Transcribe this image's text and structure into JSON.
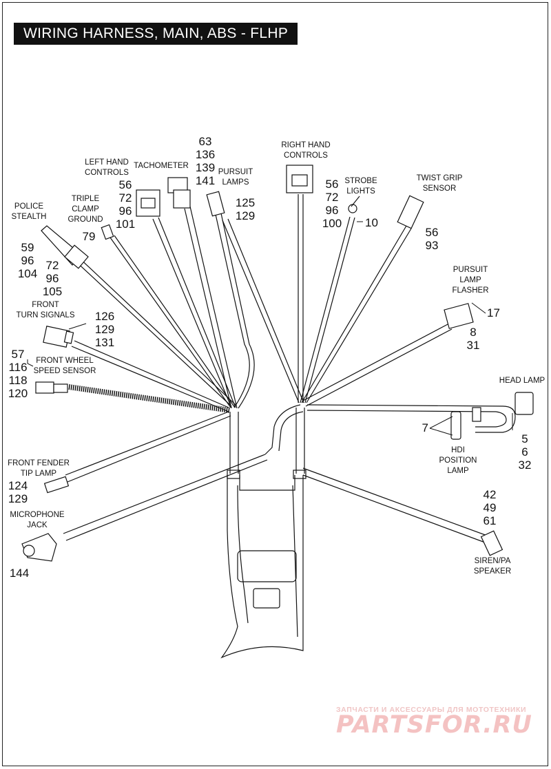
{
  "title": "WIRING HARNESS, MAIN, ABS - FLHP",
  "components": {
    "police_stealth": {
      "label": [
        "POLICE",
        "STEALTH"
      ],
      "refs_a": [
        "59",
        "96",
        "104"
      ],
      "refs_b": [
        "72",
        "96",
        "105"
      ]
    },
    "triple_clamp_ground": {
      "label": [
        "TRIPLE",
        "CLAMP",
        "GROUND"
      ],
      "refs": [
        "79"
      ]
    },
    "left_hand_controls": {
      "label": [
        "LEFT HAND",
        "CONTROLS"
      ],
      "refs": [
        "56",
        "72",
        "96",
        "101"
      ]
    },
    "tachometer": {
      "label": [
        "TACHOMETER"
      ],
      "refs": [
        "63",
        "136",
        "139",
        "141"
      ]
    },
    "pursuit_lamps": {
      "label": [
        "PURSUIT",
        "LAMPS"
      ],
      "refs": [
        "125",
        "129"
      ]
    },
    "right_hand_controls": {
      "label": [
        "RIGHT HAND",
        "CONTROLS"
      ],
      "refs": [
        "56",
        "72",
        "96",
        "100"
      ]
    },
    "strobe_lights": {
      "label": [
        "STROBE",
        "LIGHTS"
      ],
      "refs": [
        "10"
      ]
    },
    "twist_grip_sensor": {
      "label": [
        "TWIST GRIP",
        "SENSOR"
      ],
      "refs": [
        "56",
        "93"
      ]
    },
    "pursuit_lamp_flasher": {
      "label": [
        "PURSUIT",
        "LAMP",
        "FLASHER"
      ],
      "refs_a": [
        "17"
      ],
      "refs_b": [
        "8",
        "31"
      ]
    },
    "front_turn_signals": {
      "label": [
        "FRONT",
        "TURN SIGNALS"
      ],
      "refs": [
        "126",
        "129",
        "131"
      ]
    },
    "front_wheel_speed_sensor": {
      "label": [
        "FRONT WHEEL",
        "SPEED SENSOR"
      ],
      "refs": [
        "57",
        "116",
        "118",
        "120"
      ]
    },
    "head_lamp": {
      "label": [
        "HEAD LAMP"
      ],
      "refs": [
        "5",
        "6",
        "32"
      ]
    },
    "hdi_position_lamp": {
      "label": [
        "HDI",
        "POSITION",
        "LAMP"
      ],
      "refs": [
        "7"
      ]
    },
    "front_fender_tip_lamp": {
      "label": [
        "FRONT FENDER",
        "TIP LAMP"
      ],
      "refs": [
        "124",
        "129"
      ]
    },
    "microphone_jack": {
      "label": [
        "MICROPHONE",
        "JACK"
      ],
      "refs": [
        "144"
      ]
    },
    "siren_pa_speaker": {
      "label": [
        "SIREN/PA",
        "SPEAKER"
      ],
      "refs": [
        "42",
        "49",
        "61"
      ]
    }
  },
  "watermark": {
    "tagline": "ЗАПЧАСТИ И АКСЕССУАРЫ ДЛЯ МОТОТЕХНИКИ",
    "logo": "PARTSFOR.RU"
  }
}
